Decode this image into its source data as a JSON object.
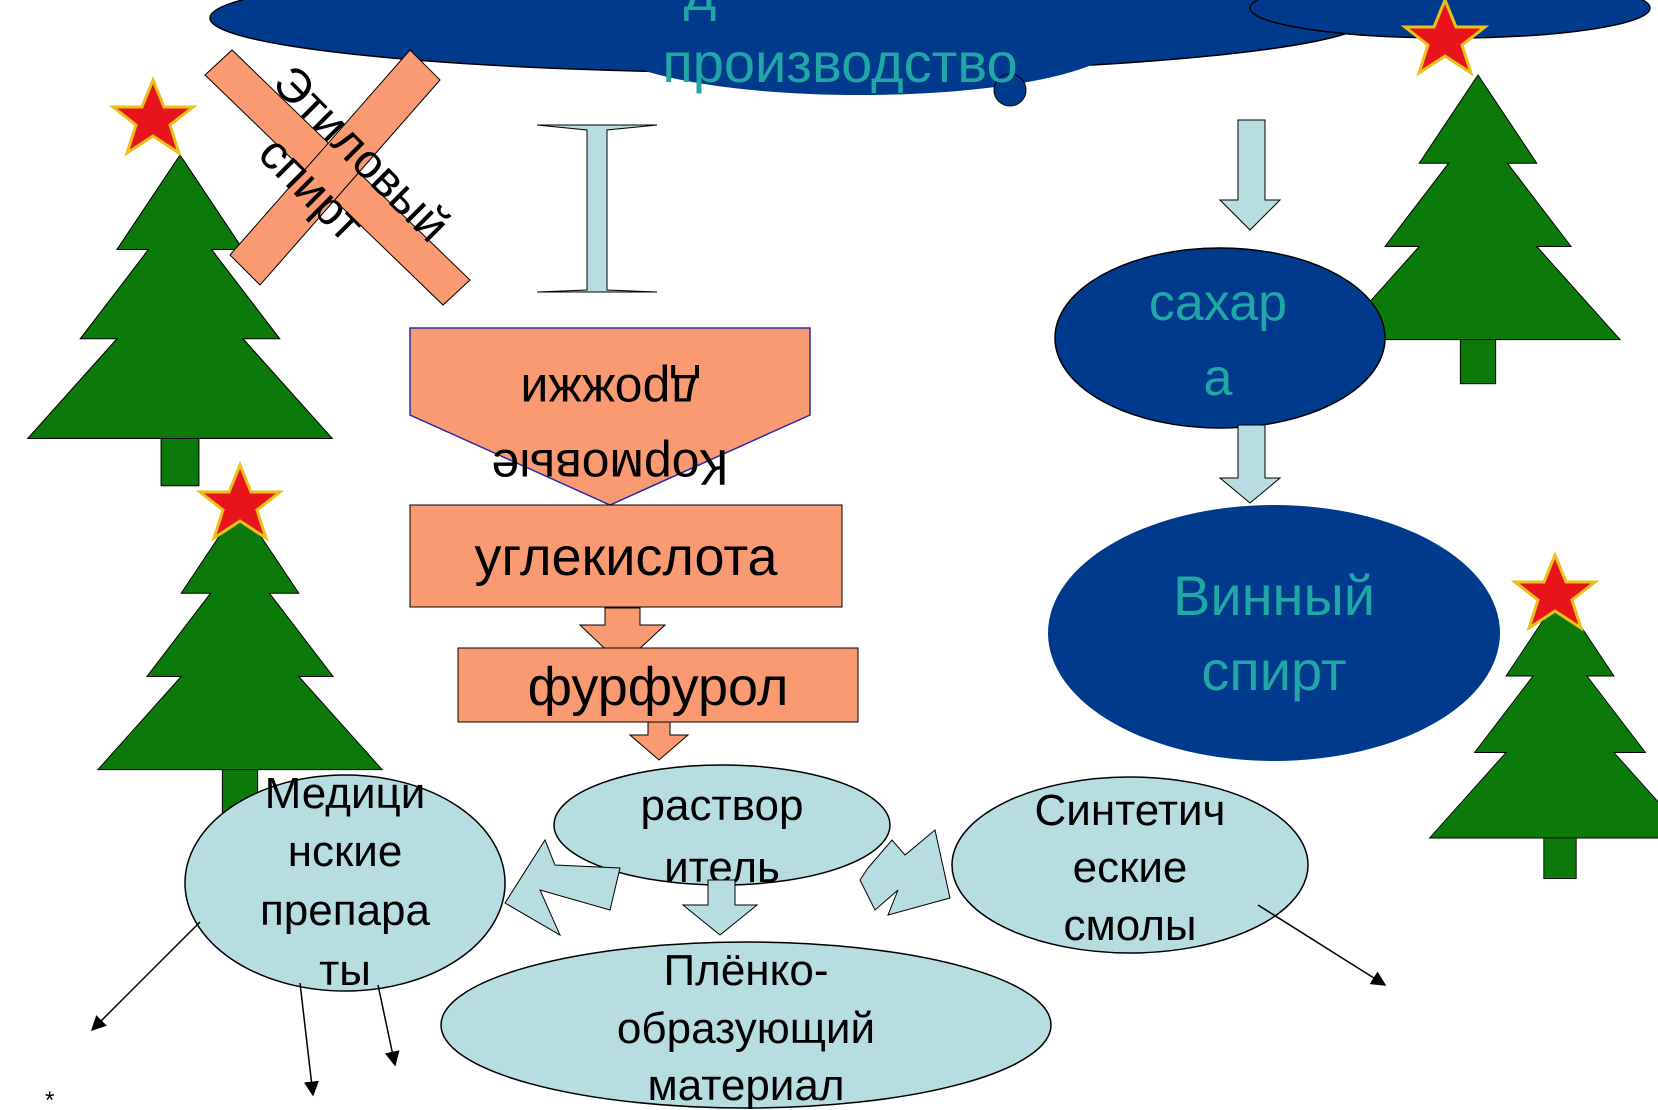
{
  "colors": {
    "tree_green": "#0B7A0B",
    "star_red": "#E8141B",
    "star_outline": "#E8C21A",
    "salmon": "#F99A72",
    "dark_blue": "#003A8C",
    "light_blue": "#B7DDE0",
    "teal_text": "#20A6A6",
    "outline": "#000000"
  },
  "icons": [
    "tree-icon",
    "star-icon",
    "cloud-shape"
  ],
  "nodes": {
    "production_top": "д",
    "production": "производство",
    "ethyl_spirit_line1": "Этиловый",
    "ethyl_spirit_line2": "спирт",
    "fodder_yeast_line1": "дрожжи",
    "fodder_yeast_line2": "Кормовые",
    "co2": "углекислота",
    "furfural": "фурфурол",
    "sugars_line1": "сахар",
    "sugars_line2": "а",
    "wine_spirit_line1": "Винный",
    "wine_spirit_line2": "спирт",
    "medicines_line1": "Медици",
    "medicines_line2": "нские",
    "medicines_line3": "препара",
    "medicines_line4": "ты",
    "solvent_line1": "раствор",
    "solvent_line2": "итель",
    "resins_line1": "Синтетич",
    "resins_line2": "еские",
    "resins_line3": "смолы",
    "film_line1": "Плёнко-",
    "film_line2": "образующий",
    "film_line3": "материал"
  },
  "footnote": "*"
}
